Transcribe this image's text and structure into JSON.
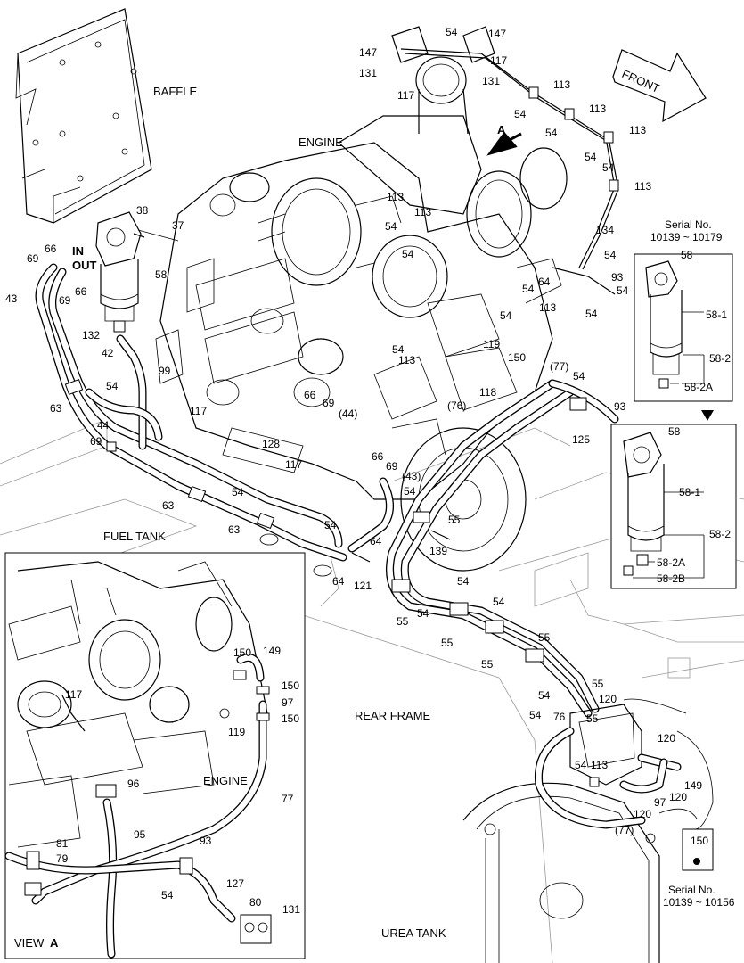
{
  "region_labels": {
    "baffle": "BAFFLE",
    "engine": "ENGINE",
    "fuel_tank": "FUEL TANK",
    "rear_frame": "REAR FRAME",
    "urea_tank": "UREA TANK",
    "engine_view": "ENGINE",
    "view_a_prefix": "VIEW",
    "view_a_letter": "A",
    "arrow_a": "A",
    "front": "FRONT",
    "in": "IN",
    "out": "OUT"
  },
  "serial_boxes": {
    "top": {
      "title": "Serial No.",
      "range": "10139 ~ 10179"
    },
    "bottom": {
      "title": "Serial No.",
      "range": "10139 ~ 10156"
    }
  },
  "part_callouts": {
    "c1": "54",
    "c2": "147",
    "c3": "147",
    "c4": "117",
    "c5": "131",
    "c6": "131",
    "c7": "117",
    "c8": "113",
    "c9": "54",
    "c10": "113",
    "c11": "54",
    "c12": "113",
    "c13": "54",
    "c14": "54",
    "c15": "113",
    "c16": "113",
    "c17": "54",
    "c18": "113",
    "c19": "54",
    "c20": "134",
    "c21": "54",
    "c22": "93",
    "c23": "54",
    "c24": "64",
    "c25": "113",
    "c26": "54",
    "c27": "54",
    "c28": "54",
    "c29": "113",
    "c30": "119",
    "c31": "118",
    "c32": "150",
    "c33": "(77)",
    "c34": "54",
    "c35": "93",
    "c36": "125",
    "c37": "(76)",
    "c38": "38",
    "c39": "37",
    "c40": "66",
    "c41": "69",
    "c42": "58",
    "c43": "43",
    "c44": "69",
    "c45": "66",
    "c46": "132",
    "c47": "42",
    "c48": "99",
    "c49": "54",
    "c50": "63",
    "c51": "44",
    "c52": "69",
    "c53": "117",
    "c54": "66",
    "c55": "69",
    "c56": "(44)",
    "c57": "128",
    "c58": "117",
    "c59": "66",
    "c60": "69",
    "c61": "(43)",
    "c62": "54",
    "c63": "63",
    "c64": "54",
    "c65": "63",
    "c66": "54",
    "c67": "64",
    "c68": "64",
    "c69": "121",
    "c70": "55",
    "c71": "139",
    "c72": "55",
    "c73": "54",
    "c74": "54",
    "c75": "54",
    "c76": "55",
    "c77": "55",
    "c78": "55",
    "c79": "54",
    "c80": "55",
    "c81": "54",
    "c82": "120",
    "c83": "76",
    "c84": "120",
    "c85": "54",
    "c86": "113",
    "c87": "149",
    "c88": "120",
    "c89": "97",
    "c90": "120",
    "c91": "(77)",
    "c92": "150",
    "c93": "149",
    "c94": "150",
    "c95": "150",
    "c96": "97",
    "c97": "150",
    "c98": "119",
    "c99": "117",
    "c100": "96",
    "c101": "77",
    "c102": "95",
    "c103": "81",
    "c104": "79",
    "c105": "93",
    "c106": "54",
    "c107": "127",
    "c108": "80",
    "c109": "131",
    "c110": "58",
    "c111": "58-1",
    "c112": "58-2",
    "c113": "58-2A",
    "c114": "58",
    "c115": "58-1",
    "c116": "58-2",
    "c117": "58-2A",
    "c118": "58-2B",
    "c119": "55"
  }
}
